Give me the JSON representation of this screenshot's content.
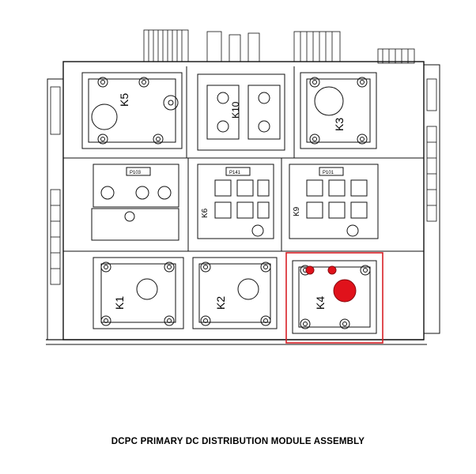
{
  "caption": "DCPC PRIMARY DC DISTRIBUTION MODULE ASSEMBLY",
  "contactors": {
    "k1": "K1",
    "k2": "K2",
    "k3": "K3",
    "k4": "K4",
    "k5": "K5",
    "k6": "K6",
    "k9": "K9",
    "k10": "K10"
  },
  "panels": {
    "left": "P103",
    "middle": "P141",
    "right": "P101"
  },
  "highlight": {
    "target": "K4",
    "box_color": "#d81f26",
    "marker_color": "#e0121b"
  }
}
